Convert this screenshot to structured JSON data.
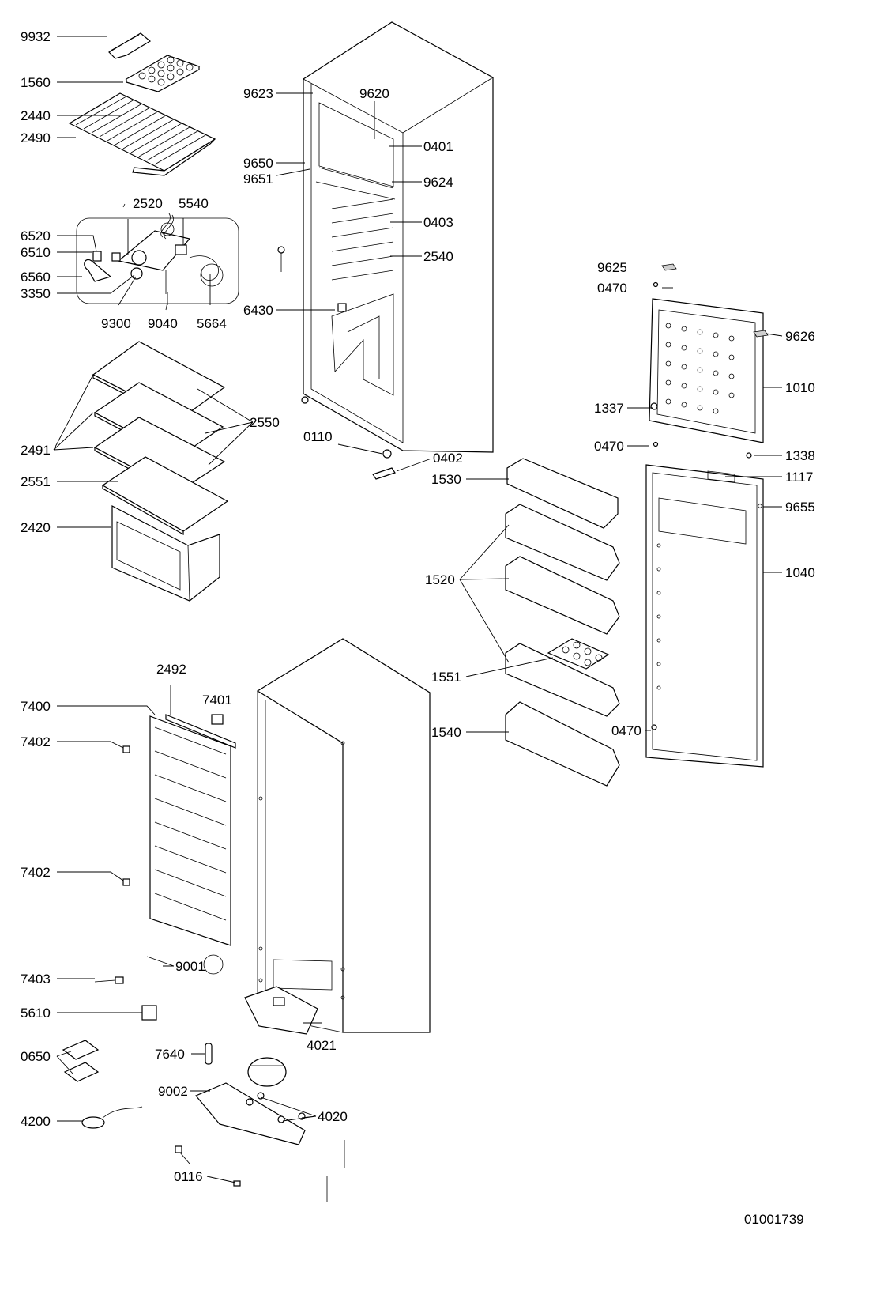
{
  "drawing_number": "01001739",
  "parts": {
    "p9932": "9932",
    "p1560": "1560",
    "p2440": "2440",
    "p2490": "2490",
    "p2520": "2520",
    "p5540": "5540",
    "p6520": "6520",
    "p6510": "6510",
    "p6560": "6560",
    "p3350": "3350",
    "p9300": "9300",
    "p9040": "9040",
    "p5664": "5664",
    "p2491": "2491",
    "p2550": "2550",
    "p2551": "2551",
    "p2420": "2420",
    "p9623": "9623",
    "p9620": "9620",
    "p0401": "0401",
    "p9650": "9650",
    "p9651": "9651",
    "p9624": "9624",
    "p0403": "0403",
    "p2540": "2540",
    "p6430": "6430",
    "p0110": "0110",
    "p0402": "0402",
    "p9625": "9625",
    "p0470a": "0470",
    "p9626": "9626",
    "p1010": "1010",
    "p1337": "1337",
    "p0470b": "0470",
    "p1338": "1338",
    "p1117": "1117",
    "p9655": "9655",
    "p1530": "1530",
    "p1040": "1040",
    "p1520": "1520",
    "p1551": "1551",
    "p1540": "1540",
    "p0470c": "0470",
    "p2492": "2492",
    "p7401": "7401",
    "p7400": "7400",
    "p7402a": "7402",
    "p7402b": "7402",
    "p7403": "7403",
    "p9001": "9001",
    "p5610": "5610",
    "p4021": "4021",
    "p7640": "7640",
    "p0650": "0650",
    "p9002": "9002",
    "p4020": "4020",
    "p4200": "4200",
    "p0116": "0116"
  }
}
